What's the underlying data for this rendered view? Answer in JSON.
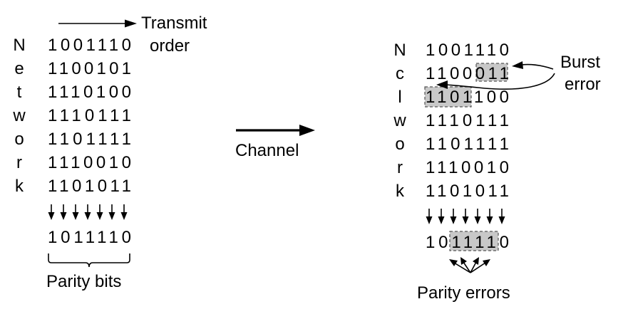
{
  "left": {
    "letters": [
      "N",
      "e",
      "t",
      "w",
      "o",
      "r",
      "k"
    ],
    "rows": [
      "1001110",
      "1100101",
      "1110100",
      "1110111",
      "1101111",
      "1110010",
      "1101011"
    ],
    "parity": "1011110",
    "transmit_label": [
      "Transmit",
      "order"
    ],
    "parity_label": "Parity bits"
  },
  "channel_label": "Channel",
  "right": {
    "letters": [
      "N",
      "c",
      "l",
      "w",
      "o",
      "r",
      "k"
    ],
    "rows": [
      "1001110",
      "1100011",
      "1101100",
      "1110111",
      "1101111",
      "1110010",
      "1101011"
    ],
    "parity": "1011110",
    "burst_label": [
      "Burst",
      "error"
    ],
    "parity_errors_label": "Parity errors"
  },
  "colors": {
    "highlight": "#c8c8c8",
    "ink": "#000000"
  }
}
